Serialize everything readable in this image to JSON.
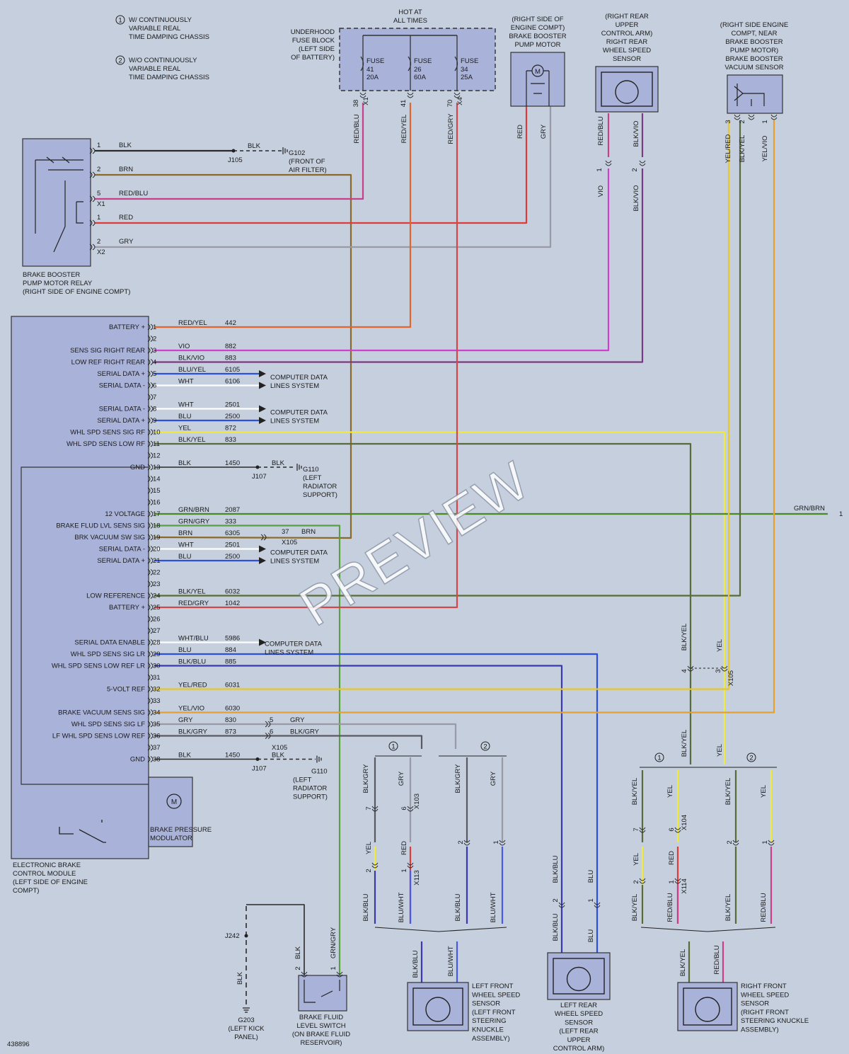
{
  "footnotes": [
    {
      "marker": "1",
      "text": [
        "W/ CONTINUOUSLY",
        "VARIABLE REAL",
        "TIME DAMPING CHASSIS"
      ]
    },
    {
      "marker": "2",
      "text": [
        "W/O CONTINUOUSLY",
        "VARIABLE REAL",
        "TIME DAMPING CHASSIS"
      ]
    }
  ],
  "fuse_block": {
    "title": [
      "HOT AT",
      "ALL TIMES"
    ],
    "location": [
      "UNDERHOOD",
      "FUSE BLOCK",
      "(LEFT SIDE",
      "OF BATTERY)"
    ],
    "fuses": [
      {
        "name": "FUSE",
        "number": "41",
        "rating": "20A",
        "pin": "38",
        "conn": "X1"
      },
      {
        "name": "FUSE",
        "number": "26",
        "rating": "60A",
        "pin": "41",
        "conn": ""
      },
      {
        "name": "FUSE",
        "number": "34",
        "rating": "25A",
        "pin": "70",
        "conn": "X4"
      }
    ],
    "wire_colors": [
      "RED/BLU",
      "RED/YEL",
      "RED/GRY"
    ]
  },
  "pump_motor": {
    "label": [
      "(RIGHT SIDE OF",
      "ENGINE COMPT)",
      "BRAKE BOOSTER",
      "PUMP MOTOR"
    ],
    "symbol": "M",
    "wires": [
      "RED",
      "GRY"
    ]
  },
  "rr_sensor": {
    "label": [
      "(RIGHT REAR",
      "UPPER",
      "CONTROL ARM)",
      "RIGHT REAR",
      "WHEEL SPEED",
      "SENSOR"
    ],
    "wires_top": [
      "RED/BLU",
      "BLK/VIO"
    ],
    "pins": [
      "1",
      "2"
    ],
    "wires_bottom": [
      "VIO",
      "BLK/VIO"
    ]
  },
  "vacuum_sensor": {
    "label": [
      "(RIGHT SIDE ENGINE",
      "COMPT, NEAR",
      "BRAKE BOOSTER",
      "PUMP MOTOR)",
      "BRAKE BOOSTER",
      "VACUUM SENSOR"
    ],
    "pins": [
      "3",
      "2",
      "1"
    ],
    "wires": [
      "YEL/RED",
      "BLK/YEL",
      "YEL/VIO"
    ]
  },
  "relay": {
    "label": [
      "BRAKE BOOSTER",
      "PUMP MOTOR RELAY",
      "(RIGHT SIDE OF ENGINE COMPT)"
    ],
    "pins": [
      {
        "pin": "1",
        "conn": "",
        "color": "BLK"
      },
      {
        "pin": "2",
        "conn": "",
        "color": "BRN"
      },
      {
        "pin": "5",
        "conn": "X1",
        "color": "RED/BLU"
      },
      {
        "pin": "1",
        "conn": "",
        "color": "RED"
      },
      {
        "pin": "2",
        "conn": "X2",
        "color": "GRY"
      }
    ],
    "ground": {
      "color": "BLK",
      "splice": "J105",
      "id": "G102",
      "loc": [
        "(FRONT OF",
        "AIR FILTER)"
      ]
    }
  },
  "ebcm": {
    "label": [
      "ELECTRONIC BRAKE",
      "CONTROL MODULE",
      "(LEFT SIDE OF ENGINE",
      "COMPT)"
    ],
    "modulator_label": [
      "BRAKE PRESSURE",
      "MODULATOR"
    ],
    "pins": [
      {
        "pin": "1",
        "name": "BATTERY +",
        "color": "RED/YEL",
        "circuit": "442"
      },
      {
        "pin": "2",
        "name": "",
        "color": "",
        "circuit": ""
      },
      {
        "pin": "3",
        "name": "SENS SIG RIGHT REAR",
        "color": "VIO",
        "circuit": "882"
      },
      {
        "pin": "4",
        "name": "LOW REF RIGHT REAR",
        "color": "BLK/VIO",
        "circuit": "883"
      },
      {
        "pin": "5",
        "name": "SERIAL DATA +",
        "color": "BLU/YEL",
        "circuit": "6105"
      },
      {
        "pin": "6",
        "name": "SERIAL DATA -",
        "color": "WHT",
        "circuit": "6106"
      },
      {
        "pin": "7",
        "name": "",
        "color": "",
        "circuit": ""
      },
      {
        "pin": "8",
        "name": "SERIAL DATA -",
        "color": "WHT",
        "circuit": "2501"
      },
      {
        "pin": "9",
        "name": "SERIAL DATA +",
        "color": "BLU",
        "circuit": "2500"
      },
      {
        "pin": "10",
        "name": "WHL SPD SENS SIG RF",
        "color": "YEL",
        "circuit": "872"
      },
      {
        "pin": "11",
        "name": "WHL SPD SENS LOW RF",
        "color": "BLK/YEL",
        "circuit": "833"
      },
      {
        "pin": "12",
        "name": "",
        "color": "",
        "circuit": ""
      },
      {
        "pin": "13",
        "name": "GND",
        "color": "BLK",
        "circuit": "1450"
      },
      {
        "pin": "14",
        "name": "",
        "color": "",
        "circuit": ""
      },
      {
        "pin": "15",
        "name": "",
        "color": "",
        "circuit": ""
      },
      {
        "pin": "16",
        "name": "",
        "color": "",
        "circuit": ""
      },
      {
        "pin": "17",
        "name": "12 VOLTAGE",
        "color": "GRN/BRN",
        "circuit": "2087"
      },
      {
        "pin": "18",
        "name": "BRAKE FLUD LVL SENS SIG",
        "color": "GRN/GRY",
        "circuit": "333"
      },
      {
        "pin": "19",
        "name": "BRK VACUUM SW SIG",
        "color": "BRN",
        "circuit": "6305"
      },
      {
        "pin": "20",
        "name": "SERIAL DATA -",
        "color": "WHT",
        "circuit": "2501"
      },
      {
        "pin": "21",
        "name": "SERIAL DATA +",
        "color": "BLU",
        "circuit": "2500"
      },
      {
        "pin": "22",
        "name": "",
        "color": "",
        "circuit": ""
      },
      {
        "pin": "23",
        "name": "",
        "color": "",
        "circuit": ""
      },
      {
        "pin": "24",
        "name": "LOW REFERENCE",
        "color": "BLK/YEL",
        "circuit": "6032"
      },
      {
        "pin": "25",
        "name": "BATTERY +",
        "color": "RED/GRY",
        "circuit": "1042"
      },
      {
        "pin": "26",
        "name": "",
        "color": "",
        "circuit": ""
      },
      {
        "pin": "27",
        "name": "",
        "color": "",
        "circuit": ""
      },
      {
        "pin": "28",
        "name": "SERIAL DATA ENABLE",
        "color": "WHT/BLU",
        "circuit": "5986"
      },
      {
        "pin": "29",
        "name": "WHL SPD SENS SIG LR",
        "color": "BLU",
        "circuit": "884"
      },
      {
        "pin": "30",
        "name": "WHL SPD SENS LOW REF LR",
        "color": "BLK/BLU",
        "circuit": "885"
      },
      {
        "pin": "31",
        "name": "",
        "color": "",
        "circuit": ""
      },
      {
        "pin": "32",
        "name": "5-VOLT REF",
        "color": "YEL/RED",
        "circuit": "6031"
      },
      {
        "pin": "33",
        "name": "",
        "color": "",
        "circuit": ""
      },
      {
        "pin": "34",
        "name": "BRAKE VACUUM SENS SIG",
        "color": "YEL/VIO",
        "circuit": "6030"
      },
      {
        "pin": "35",
        "name": "WHL SPD SENS SIG LF",
        "color": "GRY",
        "circuit": "830"
      },
      {
        "pin": "36",
        "name": "LF WHL SPD SENS LOW REF",
        "color": "BLK/GRY",
        "circuit": "873"
      },
      {
        "pin": "37",
        "name": "",
        "color": "",
        "circuit": ""
      },
      {
        "pin": "38",
        "name": "GND",
        "color": "BLK",
        "circuit": "1450"
      }
    ]
  },
  "data_lines_text": [
    "COMPUTER DATA",
    "LINES SYSTEM"
  ],
  "ground_g110": {
    "color": "BLK",
    "splice": "J107",
    "id": "G110",
    "loc": [
      "(LEFT",
      "RADIATOR",
      "SUPPORT)"
    ]
  },
  "x105_pin37": {
    "pin": "37",
    "color": "BRN",
    "conn": "X105"
  },
  "x105_pins": [
    {
      "pin": "5",
      "color": "GRY"
    },
    {
      "pin": "6",
      "color": "BLK/GRY"
    }
  ],
  "x105_conn": "X105",
  "grn_brn_out": {
    "color": "GRN/BRN",
    "pin": "1"
  },
  "lf_branch": {
    "top": [
      "BLK/GRY",
      "GRY",
      "BLK/GRY",
      "GRY"
    ],
    "conn_top": "X103",
    "pins_top": [
      "7",
      "6",
      "2",
      "1"
    ],
    "mid": [
      "YEL",
      "RED"
    ],
    "conn_mid": "X113",
    "pins_mid": [
      "2",
      "1"
    ],
    "bottom": [
      "BLK/BLU",
      "BLU/WHT",
      "BLK/BLU",
      "BLU/WHT"
    ],
    "sensor_wires": [
      "BLK/BLU",
      "BLU/WHT"
    ]
  },
  "lf_sensor_label": [
    "LEFT FRONT",
    "WHEEL SPEED",
    "SENSOR",
    "(LEFT FRONT",
    "STEERING",
    "KNUCKLE",
    "ASSEMBLY)"
  ],
  "lr_sensor": {
    "wires": [
      "BLK/BLU",
      "BLU"
    ],
    "pins": [
      "2",
      "1"
    ],
    "label": [
      "LEFT REAR",
      "WHEEL SPEED",
      "SENSOR",
      "(LEFT REAR",
      "UPPER",
      "CONTROL ARM)"
    ]
  },
  "rf_branch": {
    "x105_wires": [
      "BLK/YEL",
      "YEL"
    ],
    "x105_pins": [
      "4",
      "3"
    ],
    "x105_conn": "X105",
    "top": [
      "BLK/YEL",
      "YEL",
      "BLK/YEL",
      "YEL"
    ],
    "conn_top": "X104",
    "pins_top": [
      "7",
      "6",
      "2",
      "1"
    ],
    "mid": [
      "YEL",
      "RED"
    ],
    "conn_mid": "X114",
    "pins_mid": [
      "2",
      "1"
    ],
    "bottom": [
      "BLK/YEL",
      "RED/BLU",
      "BLK/YEL",
      "RED/BLU"
    ],
    "sensor_wires": [
      "BLK/YEL",
      "RED/BLU"
    ]
  },
  "rf_sensor_label": [
    "RIGHT FRONT",
    "WHEEL SPEED",
    "SENSOR",
    "(RIGHT FRONT",
    "STEERING KNUCKLE",
    "ASSEMBLY)"
  ],
  "fluid_switch": {
    "pins": [
      "2",
      "1"
    ],
    "wires": [
      "BLK",
      "GRN/GRY"
    ],
    "label": [
      "BRAKE FLUID",
      "LEVEL SWITCH",
      "(ON BRAKE FLUID",
      "RESERVOIR)"
    ]
  },
  "ground_g203": {
    "splice": "J242",
    "color": "BLK",
    "id": "G203",
    "loc": [
      "(LEFT KICK",
      "PANEL)"
    ]
  },
  "figure_id": "438896",
  "watermark": "PREVIEW",
  "colors": {
    "background": "#c5cfdd",
    "box": "#a9b3da",
    "RED": "#e03a3a",
    "BLU": "#2d4fe0",
    "YEL": "#f0ea3a",
    "VIO": "#d040d0",
    "BRN": "#8a6a2a",
    "GRN": "#3a8a2a",
    "GRY": "#9a9aa6",
    "BLK": "#2a2a2a",
    "WHT": "#ffffff"
  }
}
